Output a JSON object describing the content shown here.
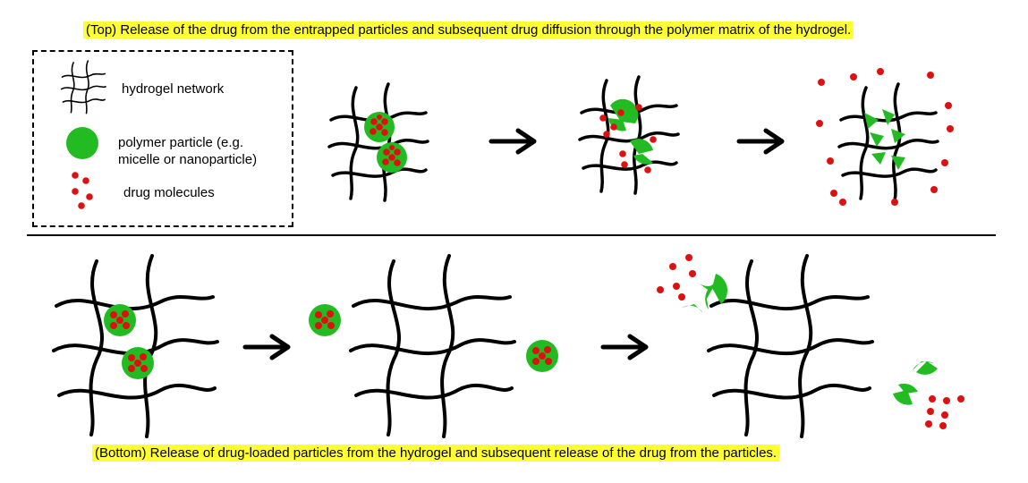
{
  "captions": {
    "top": "(Top) Release of the drug from the entrapped particles and subsequent drug diffusion through the polymer matrix of the hydrogel.",
    "bottom": "(Bottom) Release of drug-loaded particles from the hydrogel and subsequent release of the drug from the particles."
  },
  "legend": {
    "network_label": "hydrogel network",
    "particle_label": "polymer particle (e.g. micelle or nanoparticle)",
    "drug_label": "drug molecules"
  },
  "colors": {
    "particle": "#22bb22",
    "drug": "#dd1111",
    "network": "#000000",
    "highlight": "#ffff33"
  }
}
